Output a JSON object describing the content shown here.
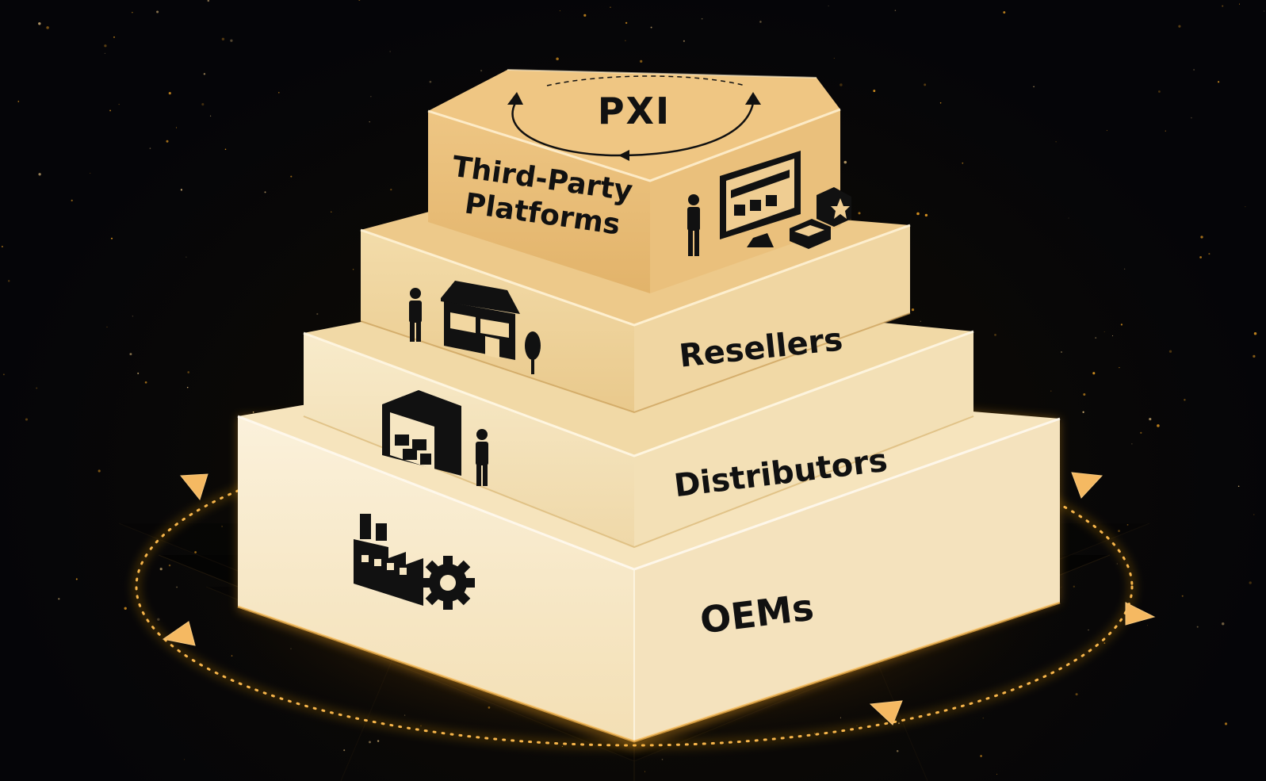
{
  "diagram": {
    "top_badge": "PXI",
    "tiers": [
      {
        "label_lines": [
          "Third-Party",
          "Platforms"
        ],
        "icon": "online-platform-icon",
        "face_color": "#ecc27f"
      },
      {
        "label_lines": [
          "Resellers"
        ],
        "icon": "storefront-icon",
        "face_color": "#f2d7a1"
      },
      {
        "label_lines": [
          "Distributors"
        ],
        "icon": "warehouse-icon",
        "face_color": "#f6e5bf"
      },
      {
        "label_lines": [
          "OEMs"
        ],
        "icon": "factory-gear-icon",
        "face_color": "#f9ecd0"
      }
    ],
    "colors": {
      "background": "#050508",
      "glow_ring": "#f5a623",
      "ink": "#111111"
    }
  }
}
